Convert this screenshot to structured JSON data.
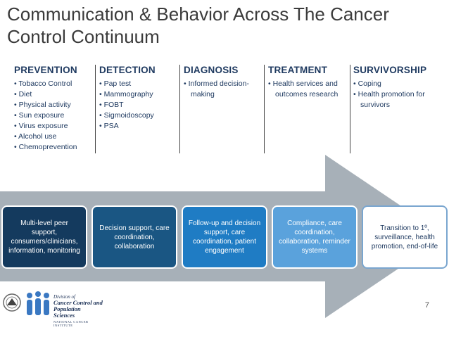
{
  "slide": {
    "title": "Communication & Behavior Across The Cancer Control Continuum",
    "page_number": "7"
  },
  "stages": [
    {
      "heading": "PREVENTION",
      "items": [
        "Tobacco Control",
        "Diet",
        "Physical activity",
        "Sun exposure",
        "Virus exposure",
        "Alcohol use",
        "Chemoprevention"
      ]
    },
    {
      "heading": "DETECTION",
      "items": [
        "Pap test",
        "Mammography",
        "FOBT",
        "Sigmoidoscopy",
        "PSA"
      ]
    },
    {
      "heading": "DIAGNOSIS",
      "items": [
        "Informed decision-making"
      ]
    },
    {
      "heading": "TREATMENT",
      "items": [
        "Health services and outcomes research"
      ]
    },
    {
      "heading": "SURVIVORSHIP",
      "items": [
        "Coping",
        "Health promotion for survivors"
      ]
    }
  ],
  "boxes": [
    {
      "text": "Multi-level  peer support, consumers/clinicians, information, monitoring",
      "fill": "#143a5e",
      "color": "#ffffff"
    },
    {
      "text": "Decision support, care coordination, collaboration",
      "fill": "#1a5683",
      "color": "#ffffff"
    },
    {
      "text": "Follow-up and decision support, care coordination, patient engagement",
      "fill": "#1f7cc4",
      "color": "#ffffff"
    },
    {
      "text": "Compliance, care coordination, collaboration, reminder systems",
      "fill": "#5aa2dc",
      "color": "#ffffff"
    },
    {
      "text": "Transition to 1º, surveillance, health promotion, end-of-life",
      "fill": "#ffffff",
      "color": "#1f3a60"
    }
  ],
  "logo": {
    "line1": "Division of",
    "line2": "Cancer Control and",
    "line3": "Population Sciences",
    "line4": "NATIONAL CANCER INSTITUTE"
  },
  "colors": {
    "arrow": "#a7b0b8",
    "heading": "#1f3a60"
  }
}
